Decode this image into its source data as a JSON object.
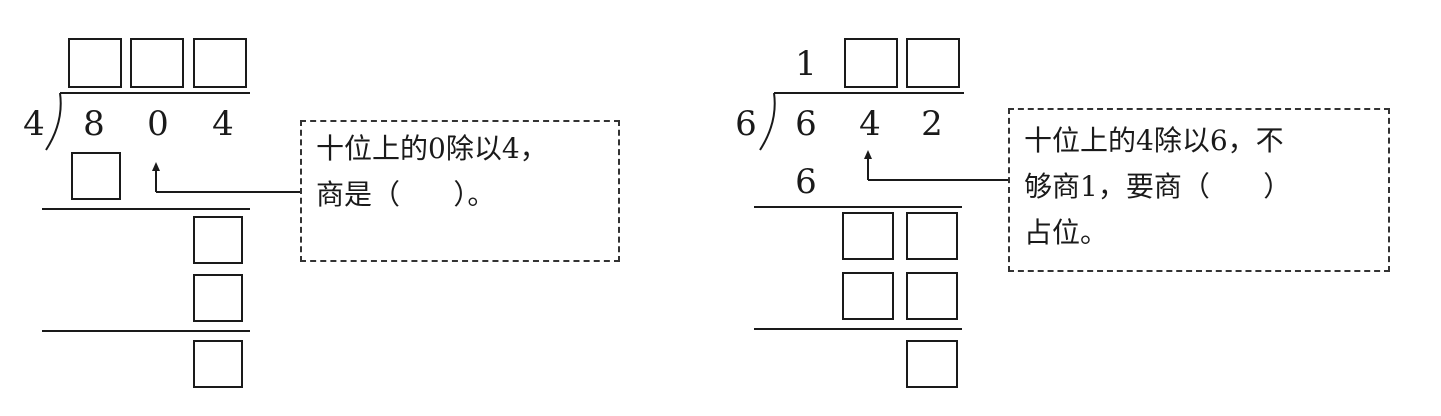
{
  "problem1": {
    "divisor": "4",
    "dividend_digits": [
      "8",
      "0",
      "4"
    ],
    "callout_lines": [
      "十位上的0除以4，",
      "商是（      ）。"
    ]
  },
  "problem2": {
    "divisor": "6",
    "dividend_digits": [
      "6",
      "4",
      "2"
    ],
    "quotient_known": "1",
    "subtract_digit": "6",
    "callout_lines": [
      "十位上的4除以6，不",
      "够商1，要商（      ）",
      "占位。"
    ]
  }
}
